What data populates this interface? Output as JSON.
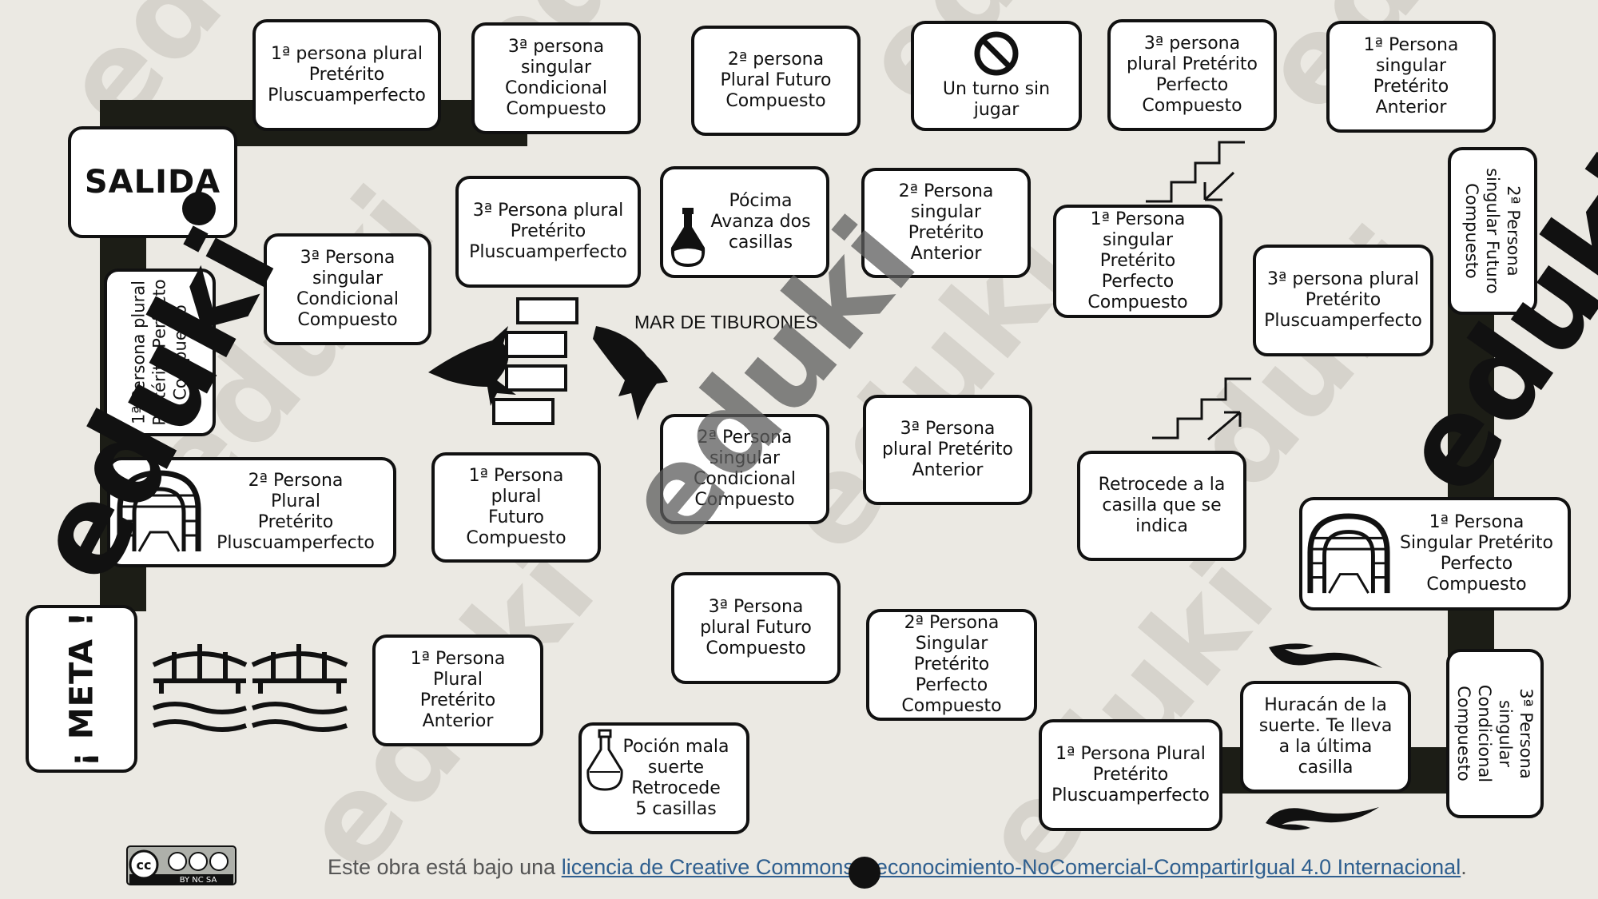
{
  "board": {
    "start": "SALIDA",
    "finish": "¡ META !",
    "sea_label": "MAR DE TIBURONES",
    "cells": {
      "c1": "1ª persona plural\nPretérito\nPluscuamperfecto",
      "c2": "3ª persona\nsingular\nCondicional\nCompuesto",
      "c3": "2ª persona\nPlural Futuro\nCompuesto",
      "c4": "Un turno sin\njugar",
      "c5": "3ª persona\nplural Pretérito\nPerfecto\nCompuesto",
      "c6": "1ª Persona\nsingular\nPretérito\nAnterior",
      "c7": "3ª Persona plural\nPretérito\nPluscuamperfecto",
      "c8": "Pócima\nAvanza dos\ncasillas",
      "c9": "2ª Persona\nsingular\nPretérito\nAnterior",
      "c10": "1ª Persona\nsingular\nPretérito\nPerfecto\nCompuesto",
      "c11": "3ª persona plural\nPretérito\nPluscuamperfecto",
      "c12": "2ª Persona\nsingular Futuro\nCompuesto",
      "c13": "3ª Persona\nsingular\nCondicional\nCompuesto",
      "c14": "1ª Persona plural\nPretérito Perfecto\nCompuesto",
      "c15": "2ª Persona\nPlural\nPretérito\nPluscuamperfecto",
      "c16": "1ª Persona plural\nFuturo\nCompuesto",
      "c17": "2ª Persona\nsingular\nCondicional\nCompuesto",
      "c18": "3ª Persona\nplural Pretérito\nAnterior",
      "c19": "Retrocede a la\ncasilla que se\nindica",
      "c20": "1ª Persona\nSingular Pretérito\nPerfecto Compuesto",
      "c21": "3ª Persona\nplural Futuro\nCompuesto",
      "c22": "2ª Persona\nSingular\nPretérito\nPerfecto\nCompuesto",
      "c23": "1ª Persona Plural\nPretérito\nAnterior",
      "c24": "Poción mala\nsuerte\nRetrocede\n5 casillas",
      "c25": "1ª Persona Plural\nPretérito\nPluscuamperfecto",
      "c26": "Huracán de la\nsuerte. Te lleva\na la última\ncasilla",
      "c27": "3ª Persona\nsingular\nCondicional\nCompuesto"
    }
  },
  "watermark": {
    "text": "eduki"
  },
  "footer": {
    "text_prefix": "Este obra está bajo una ",
    "link_text": "licencia de Creative Commons Reconocimiento-NoComercial-CompartirIgual 4.0 Internacional",
    "text_suffix": ".",
    "badge_cc": "cc",
    "badge_terms": "BY  NC  SA"
  },
  "colors": {
    "background": "#ebe9e3",
    "path": "#1c1d16",
    "link": "#2f5f8f"
  }
}
